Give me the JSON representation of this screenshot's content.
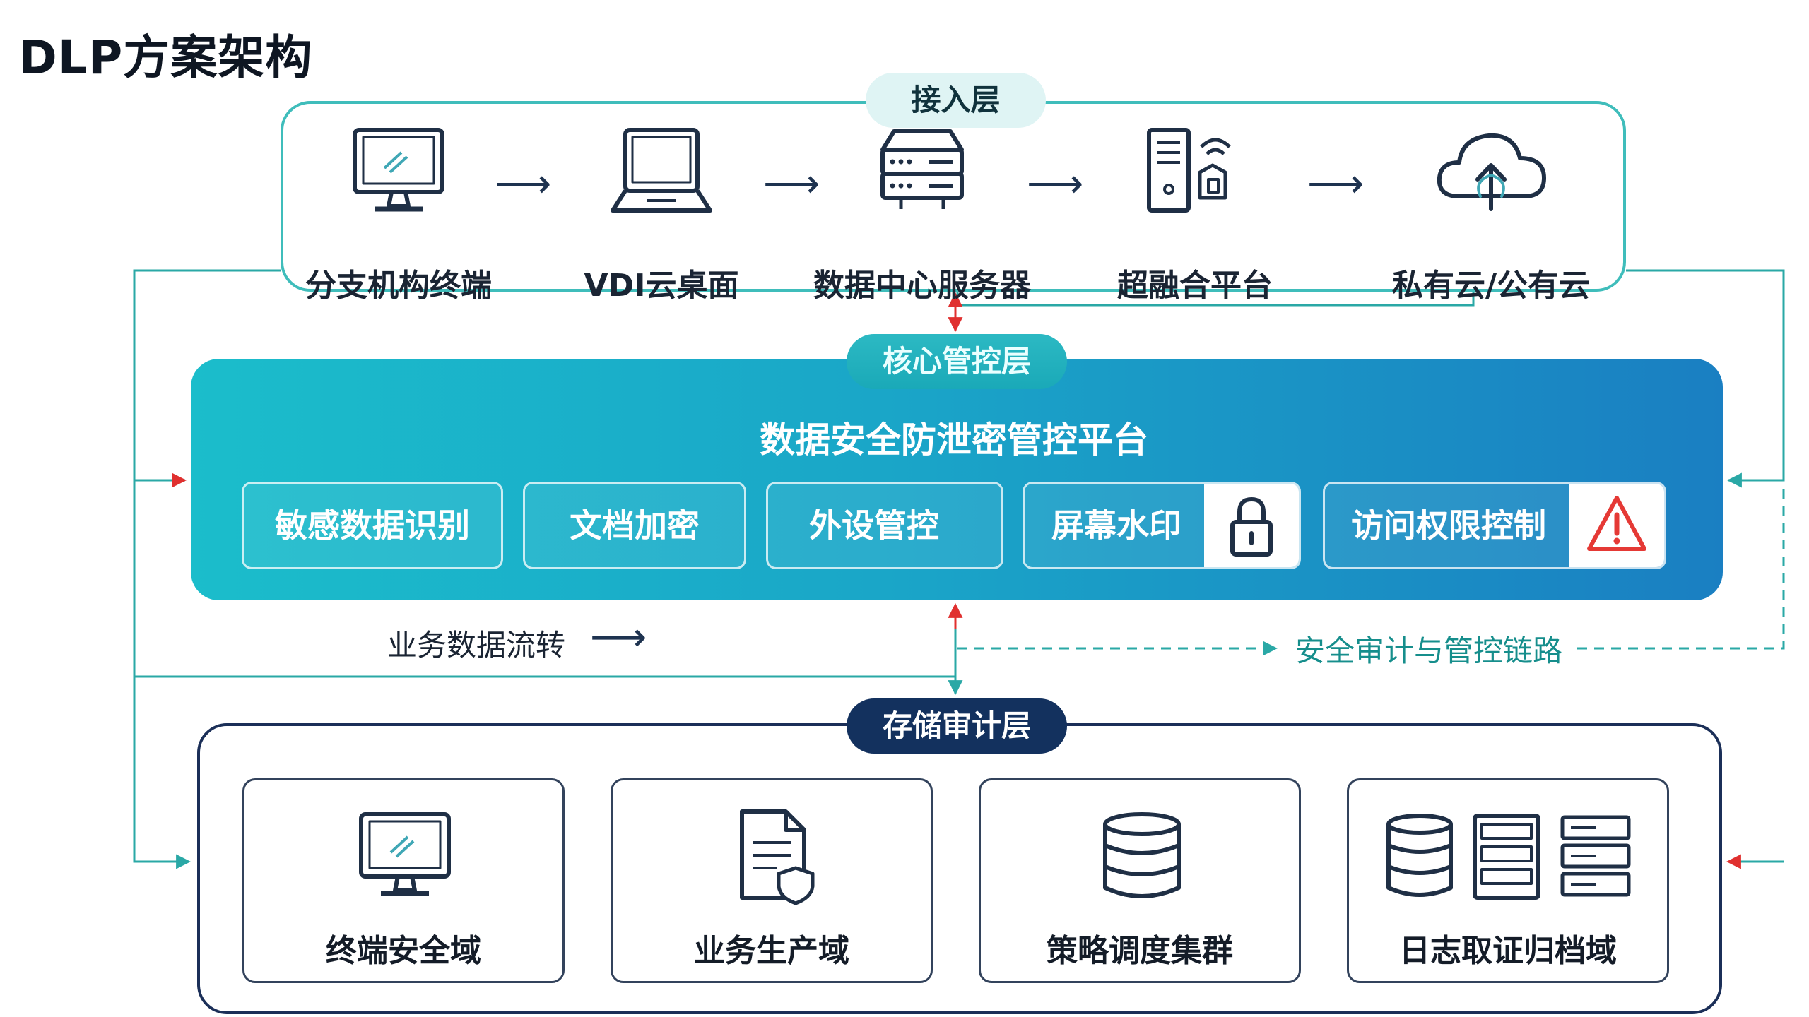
{
  "title": "DLP方案架构",
  "layers": {
    "access": {
      "label": "接入层",
      "items": [
        {
          "label": "分支机构终端",
          "icon": "monitor-icon"
        },
        {
          "label": "VDI云桌面",
          "icon": "laptop-icon"
        },
        {
          "label": "数据中心服务器",
          "icon": "server-icon"
        },
        {
          "label": "超融合平台",
          "icon": "tower-wifi-icon"
        },
        {
          "label": "私有云/公有云",
          "icon": "cloud-upload-icon"
        }
      ]
    },
    "core": {
      "label": "核心管控层",
      "platform": "数据安全防泄密管控平台",
      "modules": [
        {
          "label": "敏感数据识别",
          "icon": null
        },
        {
          "label": "文档加密",
          "icon": null
        },
        {
          "label": "外设管控",
          "icon": null
        },
        {
          "label": "屏幕水印",
          "icon": "lock-icon"
        },
        {
          "label": "访问权限控制",
          "icon": "warning-icon"
        }
      ]
    },
    "storage": {
      "label": "存储审计层",
      "domains": [
        {
          "label": "终端安全域",
          "icon": "monitor-icon"
        },
        {
          "label": "业务生产域",
          "icon": "document-shield-icon"
        },
        {
          "label": "策略调度集群",
          "icon": "database-icon"
        },
        {
          "label": "日志取证归档域",
          "icon": "database-rack-icon"
        }
      ]
    }
  },
  "flows": {
    "business": "业务数据流转",
    "audit": "安全审计与管控链路"
  },
  "colors": {
    "teal": "#3fbdbb",
    "audit_teal": "#168e8c",
    "navy": "#13315e",
    "core_gradient_start": "#1bbdcb",
    "core_gradient_end": "#1a7fc2",
    "red_arrow": "#e0302f",
    "warning_red": "#e53935"
  }
}
